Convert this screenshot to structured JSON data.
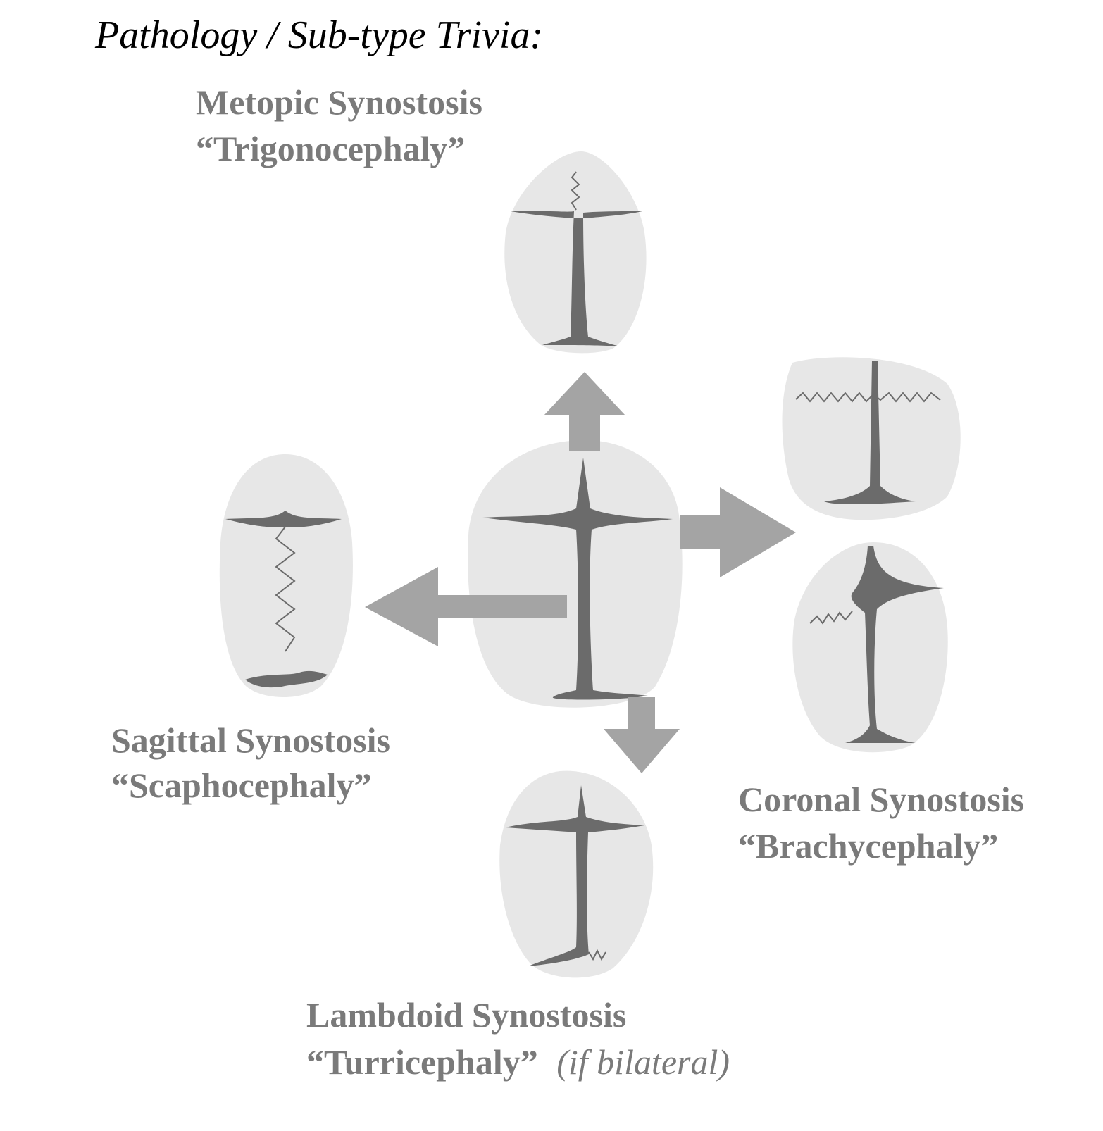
{
  "title": "Pathology / Sub-type Trivia:",
  "colors": {
    "skull_fill": "#e7e7e7",
    "suture": "#6b6b6b",
    "arrow": "#a4a4a4",
    "label": "#7a7a7a"
  },
  "labels": {
    "metopic": {
      "name": "Metopic Synostosis",
      "shape": "“Trigonocephaly”"
    },
    "sagittal": {
      "name": "Sagittal Synostosis",
      "shape": "“Scaphocephaly”"
    },
    "coronal": {
      "name": "Coronal Synostosis",
      "shape": "“Brachycephaly”"
    },
    "lambdoid": {
      "name": "Lambdoid Synostosis",
      "shape": "“Turricephaly”",
      "note": "(if bilateral)"
    }
  }
}
